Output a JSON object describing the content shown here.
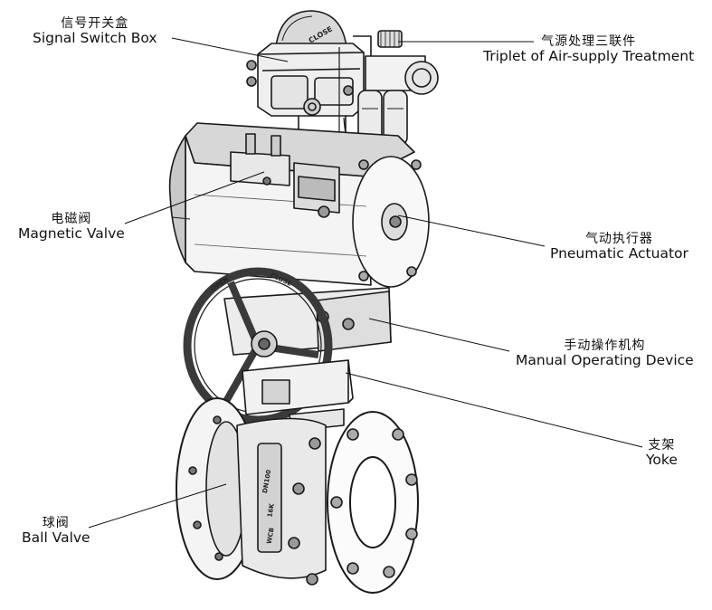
{
  "labels": {
    "signal_switch_box": {
      "zh": "信号开关盒",
      "en": "Signal Switch Box"
    },
    "triplet": {
      "zh": "气源处理三联件",
      "en": "Triplet of Air-supply Treatment"
    },
    "magnetic_valve": {
      "zh": "电磁阀",
      "en": "Magnetic Valve"
    },
    "pneumatic_actuator": {
      "zh": "气动执行器",
      "en": "Pneumatic Actuator"
    },
    "manual_operating_device": {
      "zh": "手动操作机构",
      "en": "Manual Operating Device"
    },
    "yoke": {
      "zh": "支架",
      "en": "Yoke"
    },
    "ball_valve": {
      "zh": "球阀",
      "en": "Ball Valve"
    }
  },
  "markings": {
    "switch_dome": "CLOSE",
    "wheel_left": "OPEN",
    "wheel_right": "CLOSE",
    "body_1": "DN100",
    "body_2": "16K",
    "body_3": "WCB"
  }
}
